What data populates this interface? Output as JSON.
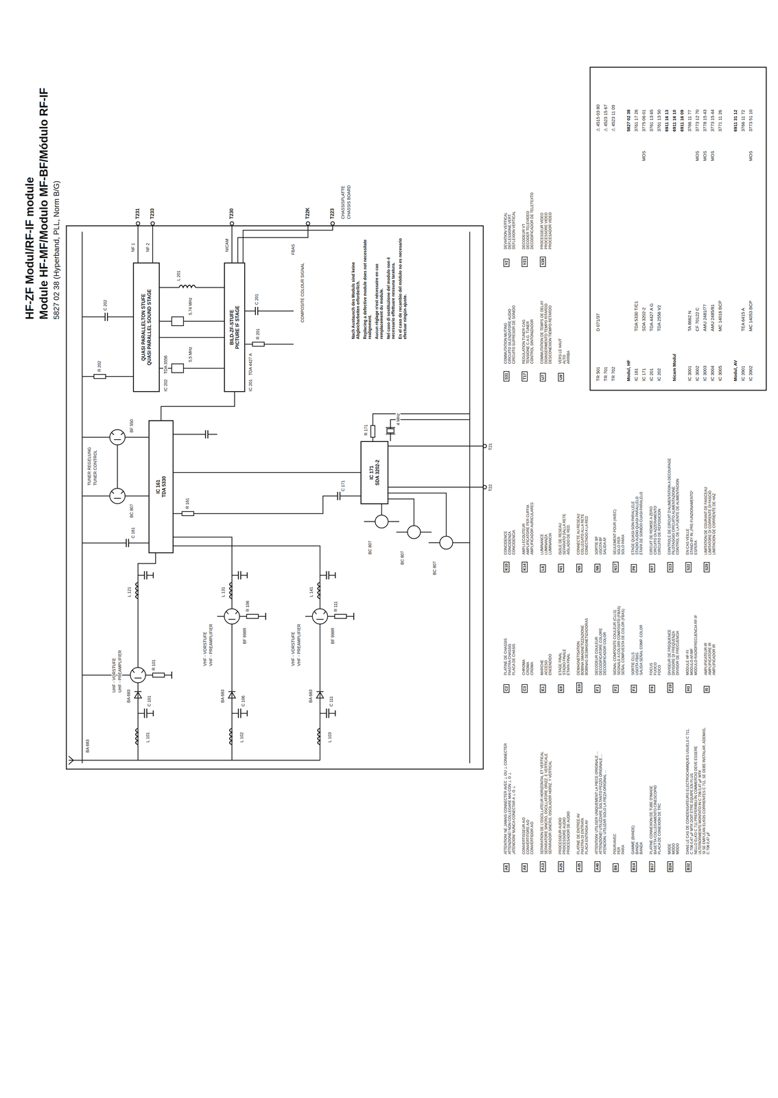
{
  "diagram": {
    "title": "HF-ZF Modul/RF-IF module",
    "nodes": [
      {
        "text": [
          "IC 161",
          "TDA 5330"
        ]
      },
      {
        "text": [
          "QUASI PARALLELTON STUFE",
          "QUASI PARALLEL SOUND STAGE"
        ]
      },
      {
        "text": [
          "BILD-ZF-STUFE",
          "PICTURE IF STAGE"
        ]
      },
      {
        "text": [
          "IC 171",
          "SDA 3202-2"
        ]
      },
      {
        "text": [
          "A6"
        ]
      },
      {
        "text": [
          "A8"
        ]
      },
      {
        "text": [
          "A13"
        ]
      },
      {
        "text": [
          "A25"
        ]
      },
      {
        "text": [
          "A35"
        ]
      },
      {
        "text": [
          "A40"
        ]
      },
      {
        "text": [
          "B6"
        ]
      },
      {
        "text": [
          "B14"
        ]
      },
      {
        "text": [
          "B17"
        ]
      },
      {
        "text": [
          "B24"
        ]
      },
      {
        "text": [
          "B32"
        ]
      },
      {
        "text": [
          "C2"
        ]
      },
      {
        "text": [
          "C3"
        ]
      },
      {
        "text": [
          "E1"
        ]
      },
      {
        "text": [
          "E8"
        ]
      },
      {
        "text": [
          "E10"
        ]
      },
      {
        "text": [
          "F1"
        ]
      },
      {
        "text": [
          "F2"
        ]
      },
      {
        "text": [
          "F3"
        ]
      },
      {
        "text": [
          "F9"
        ]
      },
      {
        "text": [
          "F10"
        ]
      },
      {
        "text": [
          "H3"
        ]
      },
      {
        "text": [
          "I5"
        ]
      },
      {
        "text": [
          "K10"
        ]
      },
      {
        "text": [
          "K14"
        ]
      },
      {
        "text": [
          "L6"
        ]
      },
      {
        "text": [
          "N1"
        ]
      },
      {
        "text": [
          "N5"
        ]
      },
      {
        "text": [
          "N6"
        ]
      },
      {
        "text": [
          "N17"
        ]
      },
      {
        "text": [
          "P8"
        ]
      },
      {
        "text": [
          "R7"
        ]
      },
      {
        "text": [
          "S13"
        ]
      },
      {
        "text": [
          "S22"
        ]
      },
      {
        "text": [
          "S29"
        ]
      },
      {
        "text": [
          "S31"
        ]
      },
      {
        "text": [
          "T17"
        ]
      },
      {
        "text": [
          "U7"
        ]
      },
      {
        "text": [
          "U9"
        ]
      },
      {
        "text": [
          "V2"
        ]
      },
      {
        "text": [
          "V21"
        ]
      },
      {
        "text": [
          "V28"
        ]
      }
    ],
    "edges": [
      {
        "from": 0,
        "to": 2,
        "arrow": "none"
      },
      {
        "from": 2,
        "to": 1,
        "arrow": "none"
      },
      {
        "from": 0,
        "to": 3,
        "arrow": "none"
      }
    ],
    "labels": [
      "Module HF-MF/Modulo MF-BF/Módulo RF-IF",
      "5827 02 38 (Hyperband, PLL, Norm B/G)",
      "UHF - VORSTUFE",
      "UHF - PREAMPLIFIER",
      "VHF - VORSTUFE",
      "VHF - PREAMPLIFIER",
      "BF 998R",
      "VHF - VORSTUFE",
      "VHF - PREAMPLIFIER",
      "BF 998R",
      "TUNER REGELUNG",
      "TUNER CONTROL",
      "BC 807",
      "BF 550",
      "IC 202",
      "TDA 3556",
      "IC 201",
      "TDA 4427 A",
      "5,5 MHz",
      "5,74 MHz",
      "BC 807",
      "BC 807",
      "BC 807",
      "4 MHz",
      "T231",
      "T233",
      "T230",
      "T22K",
      "T223",
      "NF 1",
      "NF 2",
      "NICAM",
      "FBAS",
      "COMPOSITE COLOUR SIGNAL",
      "CHASSISPLATTE",
      "CHASSIS BOARD",
      "Nach Austausch des Moduls sind keine Abgleicharbeiten erforderlich.",
      "Replacing a defective module does not necessitate realignment.",
      "Aucun réglage n'est nécessaire en cas remplacement du module.",
      "Nel caso di sostituzione del modulo non è necessario effettuare nessuna taratura.",
      "En el caso de recambio del módulo no es necesario efectuar ningún ajuste.",
      "BA 683",
      "BA 683",
      "BA 683",
      "BA 683",
      "L 101",
      "L 102",
      "L 103",
      "C 101",
      "C 106",
      "C 111",
      "R 101",
      "R 106",
      "R 111",
      "L 121",
      "L 131",
      "L 141",
      "C 161",
      "R 161",
      "C 171",
      "R 171",
      "R 201",
      "C 201",
      "R 202",
      "C 202",
      "L 201",
      "T21",
      "T22",
      "ATTENTION! NE JAMAIS CONNECTER AVEC ⊥ OU ⊥ CONNECTER",
      "ATTENZIONE! NON COLLEGARE MAI CON ⊥ O ⊥",
      "¡ATENCION! NUNCA CONECTAR A ⊥ O ⊥",
      "CONVERTISSEUR A/D",
      "CONVERTITORE A/D",
      "CONVERTIDOR A/D",
      "SEPARATION DE L'OSCILLATEUR HORIZONTAL ET VERTICAL",
      "SEPARATORE SINCRO, OSCILLATORE ORIZZ. E VERTICALE",
      "SEPARADOR SINCRO, OSCILADOR HORIZ. Y VERTICAL",
      "PROCESSEUR AUDIO",
      "PROCESSORE AUDIO",
      "PROCESADOR DE AUDIO",
      "PLATINE DE ENTREE AV",
      "PIASTRA DI ENTRATA",
      "PLACA ENTRADA AV",
      "ATTENTION! UTILISER UNIQUEMENT LA PIECE ORIGINALE ...",
      "ATTENZIONE! UTILIZZARE SOLTANTO PEZZO ORIGINALE ...",
      "ATENCION: UTILIZAR SOLO LA PIEZA ORIGINAL ...",
      "POUR/AVEC",
      "PER",
      "PARA",
      "GAMME (BANDE)",
      "BANDA",
      "BANDA",
      "PLATINE CONNEXION DE TUBE D'IMAGE",
      "BASETTA COLLEGAMENTO CINESCOPIO",
      "PLACA DE CONEXION DE TRC",
      "MODE",
      "MODO",
      "MODO",
      "DANS LE CAS DE CONDENSATEURS ELECTROCHIMIQUES USUELS C 711,",
      "C 706 0,47 µF MTK DOIT ETRE EQUIPE EN PLUS",
      "NELLO ELKO C 711 PREFERIBILI IN COMMERCIO DEVE ESSERE",
      "ULTERIORMENTE MONTATO IN C 706 0,47 µF MTK",
      "SI SE EMPLEAN ELKOS CORRIENTES C 711, SE DEBE INSTALAR, ADEMAS,",
      "C 706 0,47 µF",
      "PLATINE DE CHASSIS",
      "PIASTRA CHASSIS",
      "PLACA DE CHASIS",
      "CHROMA",
      "CROMA",
      "CROMA",
      "MARCHE",
      "ACCESO",
      "ENCENDIDO",
      "ETAGE FINAL",
      "STADIO FINALE",
      "ETAPA FINAL",
      "DEMAGNETISATION",
      "BOBINA SMAGNETIZZAZIONE",
      "BOBINAS DESMAGNETIZADORAS",
      "DECODEUR COULEUR",
      "DECODIFICATORE COLORE",
      "DECODIFICADOR COLOR",
      "SIGNAL COMPOSITE COULEUR (CLLS)",
      "SEGNALE A COLORI COMPOSITO (FBAS)",
      "SEÑAL COMPUESTA DE COLOR (FBAS)",
      "SORTIE CLLS",
      "USCITA FBAS",
      "SALIDA SEÑAL COMP. COLOR",
      "FOCUS",
      "FUOCO",
      "FOCO",
      "DIVISEUR DE FREQUENCE",
      "DIVISORE DI FREQUENZA",
      "DIVISOR DE FRECUENCIA",
      "MODULE HF-FI",
      "MODULO AF/MF",
      "MODULO RADIOFRECUENCIA RF-IF",
      "AMPLIFICATEUR IR",
      "AMPLIFICATORE IR",
      "AMPLIFICADOR IR",
      "CONCIDENCE",
      "CONCIDENZA",
      "CONCIDENCIA",
      "AMPLI ECOUTEUR",
      "AMPLIFICATORE PER CUFFIA",
      "AMPLIFICADOR AURICULARES",
      "LUMINANCE",
      "LUMINANZA",
      "LUMINANCIA",
      "ISOLE DE RESEAU",
      "SEPARATO DALLA RETE",
      "AISLADO DE RED",
      "CONNECTE AU RESEAU",
      "COLLEGATO ALLA RETE",
      "CONECTADO A LA RED",
      "SORTIE BF",
      "USCITA BF",
      "SALIDA AF",
      "SEULEMENT POUR (AVEC)",
      "SOLO PER",
      "SOLO PARA",
      "ETAGE QUASI-SON-PARALLELE",
      "STADIO AUDIO QUASI-PARALLELO",
      "ETAPA DE SONIDO CUASI-PARALELO",
      "CIRCUIT DE REMISE A ZERO",
      "CIRCUITO DI AZZERAMENTO",
      "CIRCUITO DE REPOSICION",
      "CONTROLE DE CIRCUIT D'ALIMENTATION A DECOUPAGE",
      "PILOTAGGIO CIRCUITO ALIMENTAZIONE",
      "CONTROL DE LA FUENTE DE ALIMENTACION",
      "EN CAS VEILLE",
      "STAND-BY IN „PRE-FUNZIONAMENTO“",
      "ESPERA",
      "LIMITATION DE COURANT DE FAISCEAU",
      "LIMITATORE DI CORRENTE DI FASCIO",
      "LIMITACION DE CORRIENTE DE HAZ",
      "COMMUTATION MUTING",
      "CIRCUITO SILENZIATORE AUDIO",
      "CIRCUITO SUPRESOR DE SONIDO",
      "REGULATION TUNER CAG",
      "TENSIONE C.A.G. TUNER",
      "CONTROL SINTONIZADOR",
      "COMMUTATION DE TEMPS DE DELAY",
      "DISINSERIMENTO TEMPO RITARDO",
      "DESCONEXION TIEMPO RETARDO",
      "VERS LE HAUT",
      "ALTO",
      "ARRIBA",
      "DEVIATION VERTICAL",
      "DEFLESSIONE VERT.",
      "DEFLEXION VERTICAL",
      "DECODEUR VT",
      "DECODER TELEVIDEO",
      "DECODIFICADOR DE TELETEXTO",
      "PROCESSEUR VIDEO",
      "PROCESSORE VIDEO",
      "PROCESADOR VIDEO",
      "TR 501",
      "D 071/37",
      "⚠ 4515 03 80",
      "TR 701",
      "⚠ 4523 15 67",
      "TR 702",
      "⚠ 4523 11 09",
      "Modul, HF",
      "5827 02 38",
      "IC 161",
      "TDA 5330 T/C1",
      "3761 17 26",
      "IC 171",
      "SDA 3202-2",
      "MOS",
      "3775 06 01",
      "IC 201",
      "TDA 4427 A G",
      "3761 13 65",
      "IC 202",
      "TDA 2556 V2",
      "3761 13 50",
      "6911 16 13",
      "Nicam Modul",
      "6911 16 10",
      "6911 16 09",
      "IC 3001",
      "TA 8662 N",
      "3766 11 77",
      "IC 3002",
      "CF 70122 C",
      "MOS",
      "3773 12 70",
      "IC 3003",
      "AMU 2481/77",
      "MOS",
      "3778 15 43",
      "IC 3004",
      "AMU 2485/81",
      "MOS",
      "3773 15 44",
      "IC 3005",
      "MC 14016 BCP",
      "3771 11 26",
      "Modul, AV",
      "6911 31 12",
      "IC 3901",
      "TEA 6415 A",
      "3766 11 72",
      "IC 3902",
      "MC 14053 BCP",
      "MOS",
      "3773 51 10"
    ]
  }
}
